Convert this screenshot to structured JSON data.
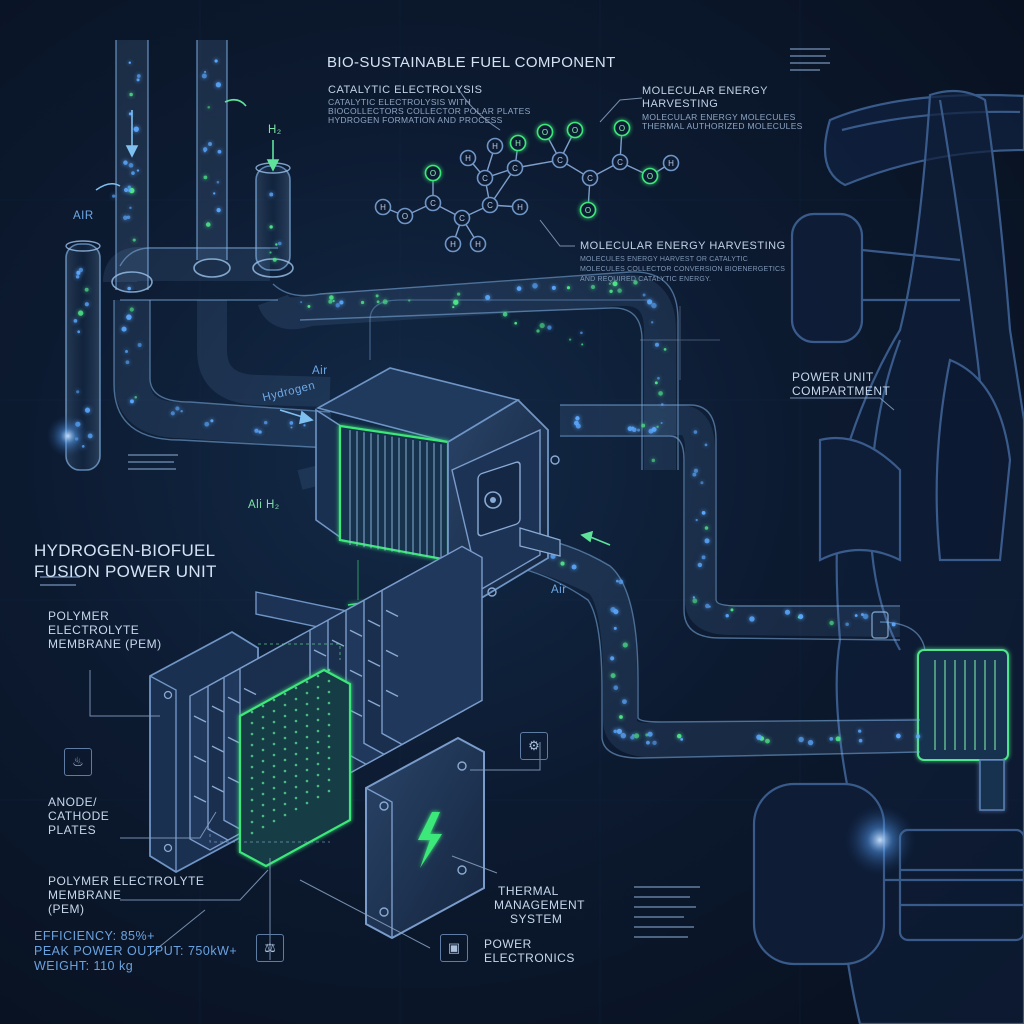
{
  "headline": {
    "title": "BIO-SUSTAINABLE FUEL COMPONENT"
  },
  "top_callouts": {
    "catalytic_title": "CATALYTIC ELECTROLYSIS",
    "catalytic_lines": [
      "CATALYTIC ELECTROLYSIS WITH",
      "BIOCOLLECTORS COLLECTOR POLAR PLATES",
      "HYDROGEN FORMATION AND PROCESS"
    ],
    "harvest_title_l1": "MOLECULAR ENERGY",
    "harvest_title_l2": "HARVESTING",
    "harvest_lines": [
      "MOLECULAR ENERGY MOLECULES",
      "THERMAL AUTHORIZED MOLECULES"
    ],
    "harvest2_title": "MOLECULAR ENERGY HARVESTING",
    "harvest2_lines": [
      "MOLECULES ENERGY HARVEST OR CATALYTIC",
      "MOLECULES COLLECTOR CONVERSION BIOENERGETICS",
      "AND REQUIRED CATALYTIC ENERGY."
    ]
  },
  "right_callouts": {
    "power_unit_l1": "POWER UNIT",
    "power_unit_l2": "COMPARTMENT"
  },
  "flow_labels": {
    "air_left": "AIR",
    "h2_top": "H₂",
    "hydrogen": "Hydrogen",
    "air_mid": "Air",
    "air_h2": "Ali H₂",
    "air_bottom": "Air"
  },
  "unit_title": {
    "line1": "HYDROGEN-BIOFUEL",
    "line2": "FUSION POWER UNIT"
  },
  "components": {
    "pem_top_l1": "POLYMER",
    "pem_top_l2": "ELECTROLYTE",
    "pem_top_l3": "MEMBRANE (PEM)",
    "plates_l1": "ANODE/",
    "plates_l2": "CATHODE",
    "plates_l3": "PLATES",
    "pem_bottom_l1": "POLYMER ELECTROLYTE",
    "pem_bottom_l2": "MEMBRANE",
    "pem_bottom_l3": "(PEM)",
    "thermal_l1": "THERMAL",
    "thermal_l2": "MANAGEMENT",
    "thermal_l3": "SYSTEM",
    "power_l1": "POWER",
    "power_l2": "ELECTRONICS"
  },
  "specs": {
    "efficiency": "EFFICIENCY: 85%+",
    "peak_power": "PEAK POWER OUTPUT: 750kW+",
    "weight": "WEIGHT: 110 kg"
  },
  "icons": {
    "heat": "heat-waves-icon",
    "weight": "weight-icon",
    "chip": "chip-icon",
    "thermal": "thermal-pump-icon",
    "bolt": "lightning-bolt-icon"
  },
  "colors": {
    "background": "#0a1526",
    "line_blue": "#6aa2e0",
    "accent_green": "#3ee87a",
    "text": "#c8d8ec"
  }
}
